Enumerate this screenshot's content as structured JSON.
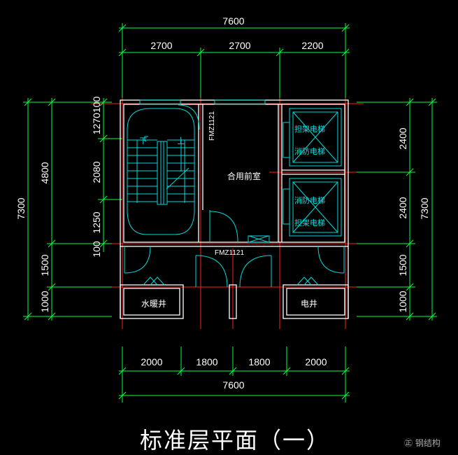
{
  "dimensions": {
    "top_total": "7600",
    "top_segments": [
      "2700",
      "2700",
      "2200"
    ],
    "bottom_segments": [
      "2000",
      "1800",
      "1800",
      "2000"
    ],
    "bottom_total": "7600",
    "left_total": "7300",
    "left_major": [
      "4800",
      "1500",
      "1000"
    ],
    "left_minor": [
      "1270100",
      "2080",
      "1250",
      "100"
    ],
    "right_minor": [
      "2400",
      "2400",
      "1500",
      "1000"
    ],
    "right_total": "7300"
  },
  "rooms": {
    "shared_anteroom": "合用前室",
    "water_shaft": "水暖井",
    "electric_shaft": "电井"
  },
  "elevators": {
    "upper_1": "担架电梯",
    "upper_2": "消防电梯",
    "lower_1": "消防电梯",
    "lower_2": "担架电梯"
  },
  "doors": {
    "fire_door_1": "FMZ1121",
    "fire_door_2": "FMZ1121"
  },
  "stair_marks": {
    "down": "下",
    "up": "上"
  },
  "caption": "标准层平面（一）",
  "corner_mark": "㊣ 钢结构"
}
